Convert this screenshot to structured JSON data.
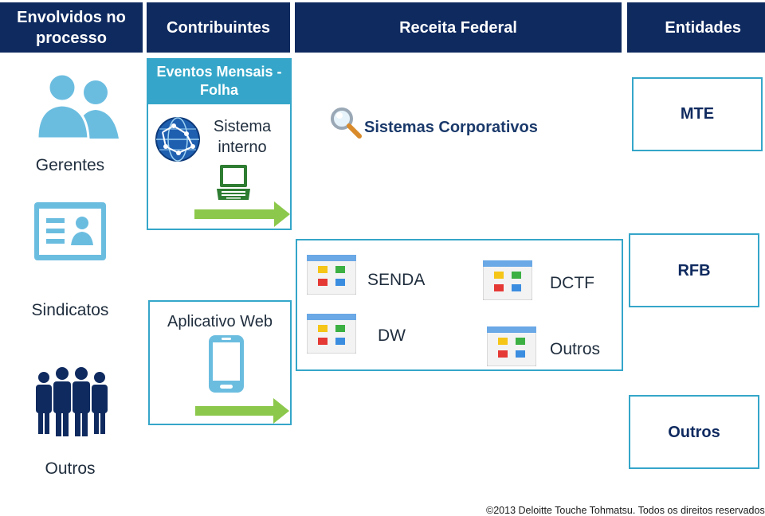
{
  "headers": {
    "involved": "Envolvidos no processo",
    "contributors": "Contribuintes",
    "receita": "Receita Federal",
    "entities": "Entidades"
  },
  "involved": {
    "managers": "Gerentes",
    "unions": "Sindicatos",
    "others": "Outros"
  },
  "contributors": {
    "monthly_events": "Eventos Mensais - Folha",
    "internal_system": "Sistema interno",
    "web_app": "Aplicativo Web"
  },
  "receita": {
    "corporate_systems": "Sistemas Corporativos",
    "systems": [
      "SENDA",
      "DCTF",
      "DW",
      "Outros"
    ]
  },
  "entities": {
    "mte": "MTE",
    "rfb": "RFB",
    "others": "Outros"
  },
  "footer": "©2013 Deloitte Touche Tohmatsu. Todos os direitos reservados.",
  "colors": {
    "header_bg": "#0f2a5f",
    "box_border": "#35a6c9",
    "icon_blue": "#6bbde0",
    "arrow_green": "#8cc84b",
    "dark_navy": "#0f2a5f"
  }
}
